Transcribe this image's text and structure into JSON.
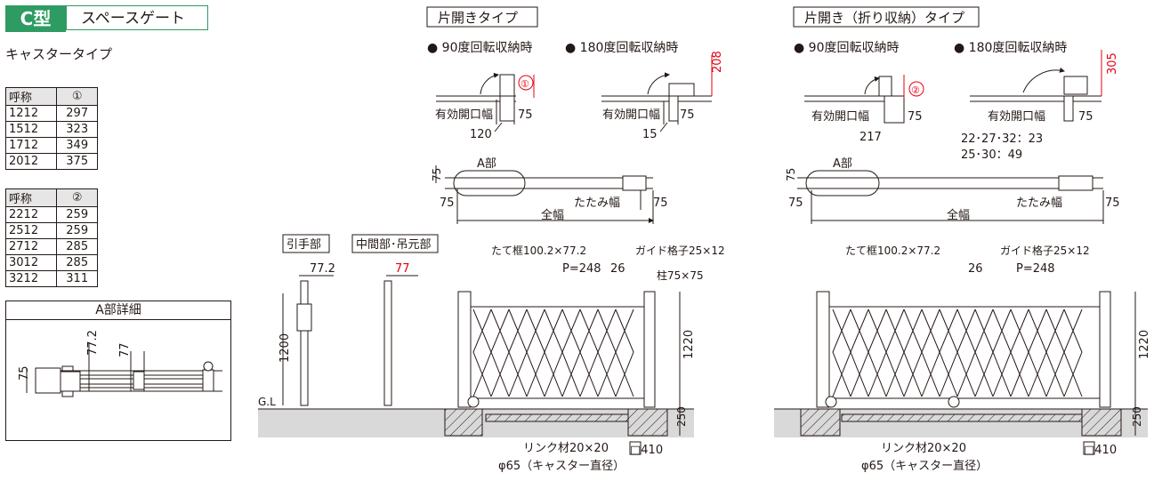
{
  "header": {
    "badge": "C型",
    "title": "スペースゲート"
  },
  "subtitle": "キャスタータイプ",
  "table1": {
    "headers": [
      "呼称",
      "①"
    ],
    "rows": [
      [
        "1212",
        "297"
      ],
      [
        "1512",
        "323"
      ],
      [
        "1712",
        "349"
      ],
      [
        "2012",
        "375"
      ]
    ]
  },
  "table2": {
    "headers": [
      "呼称",
      "②"
    ],
    "rows": [
      [
        "2212",
        "259"
      ],
      [
        "2512",
        "259"
      ],
      [
        "2712",
        "285"
      ],
      [
        "3012",
        "285"
      ],
      [
        "3212",
        "311"
      ]
    ]
  },
  "detail": {
    "title": "A部詳細",
    "dim_75": "75",
    "dim_77_2": "77.2",
    "dim_77": "77"
  },
  "left_section": {
    "title": "片開きタイプ",
    "rot90": "● 90度回転収納時",
    "rot180": "● 180度回転収納時",
    "circle_marker": "①",
    "dim_208": "208",
    "label_opening": "有効開口幅",
    "dim_75": "75",
    "dim_120": "120",
    "dim_15": "15",
    "label_A": "A部",
    "label_folded": "たたみ幅",
    "label_total": "全幅"
  },
  "right_section": {
    "title": "片開き（折り収納）タイプ",
    "rot90": "● 90度回転収納時",
    "rot180": "● 180度回転収納時",
    "circle_marker": "②",
    "dim_305": "305",
    "label_opening": "有効開口幅",
    "dim_75": "75",
    "dim_217": "217",
    "note_line1": "22･27･32：23",
    "note_line2": "25･30：49",
    "label_A": "A部",
    "label_folded": "たたみ幅",
    "label_total": "全幅"
  },
  "elevation": {
    "handle_label": "引手部",
    "middle_label": "中間部･吊元部",
    "dim_77_2": "77.2",
    "dim_77": "77",
    "dim_1200": "1200",
    "gl": "G.L",
    "frame": "たて框100.2×77.2",
    "guide": "ガイド格子25×12",
    "pitch": "P=248",
    "dim_26": "26",
    "post": "柱75×75",
    "dim_1220": "1220",
    "dim_250": "250",
    "link": "リンク材20×20",
    "caster": "φ65（キャスター直径）",
    "foundation": "□410"
  },
  "colors": {
    "brand": "#2e9b62",
    "accent_red": "#e60012",
    "ink": "#231815",
    "ground": "#d9d9d9"
  }
}
